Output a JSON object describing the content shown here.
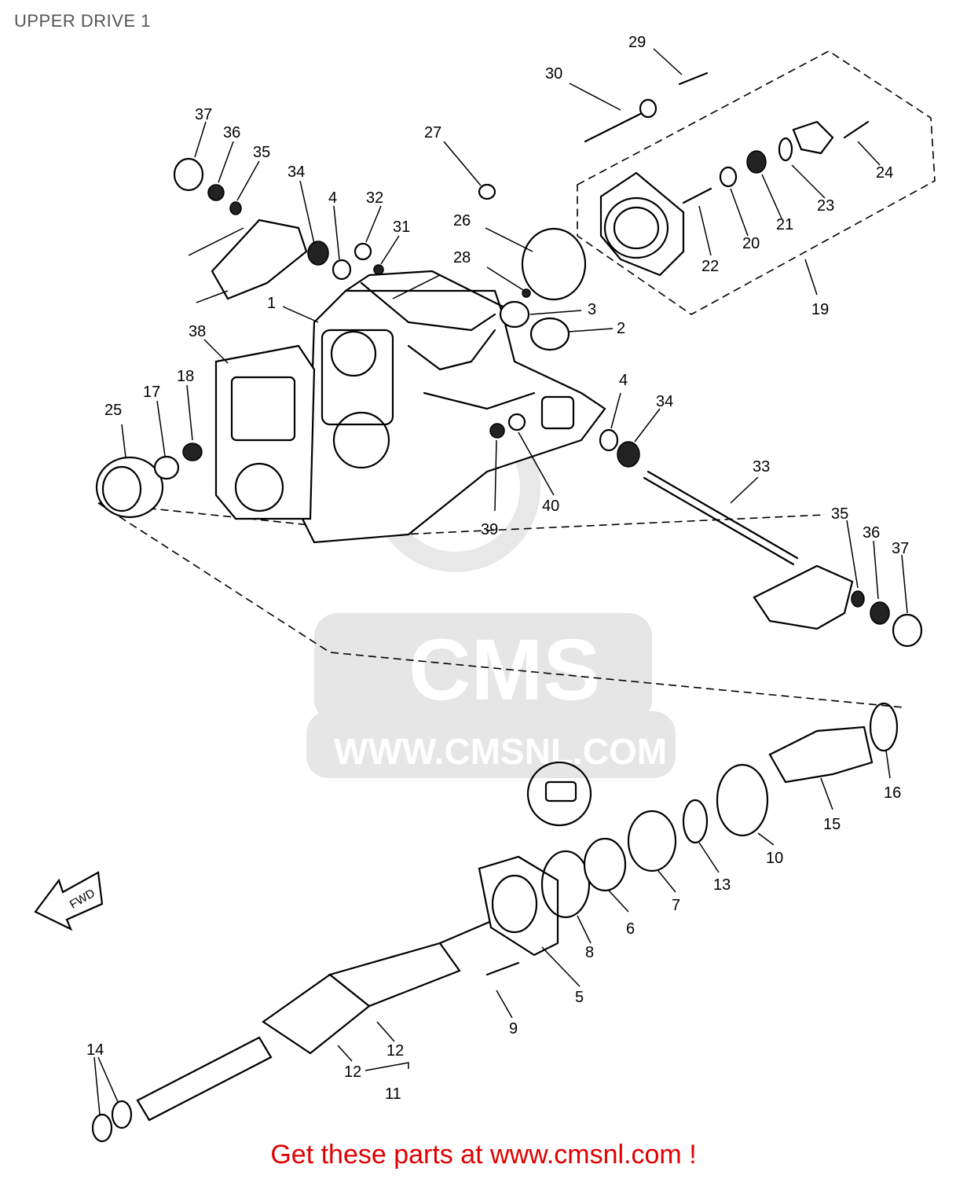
{
  "title": "UPPER DRIVE 1",
  "watermark": {
    "brand": "CMS",
    "url": "WWW.CMSNL.COM"
  },
  "fwd_label": "FWD",
  "callouts": [
    "29",
    "30",
    "37",
    "36",
    "35",
    "34",
    "4",
    "32",
    "31",
    "27",
    "26",
    "28",
    "3",
    "2",
    "1",
    "38",
    "18",
    "17",
    "25",
    "24",
    "23",
    "21",
    "20",
    "22",
    "19",
    "4",
    "34",
    "33",
    "39",
    "40",
    "35",
    "36",
    "37",
    "16",
    "15",
    "10",
    "13",
    "7",
    "6",
    "8",
    "5",
    "9",
    "12",
    "12",
    "11",
    "14"
  ],
  "footer": {
    "text": "Get these parts at www.cmsnl.com !",
    "color": "#e00000"
  },
  "colors": {
    "title": "#555555",
    "watermark": "#e2e2e2",
    "footer": "#e00000"
  }
}
